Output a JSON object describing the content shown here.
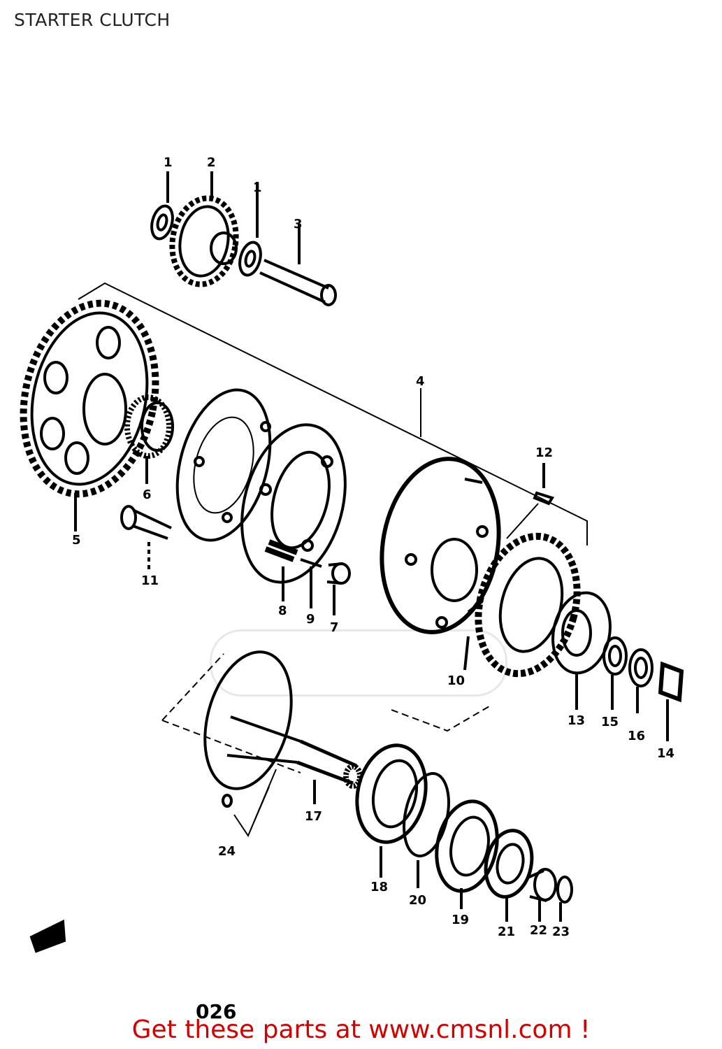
{
  "title": "STARTER CLUTCH",
  "page_code": "026",
  "footer": "Get these parts at www.cmsnl.com !",
  "part_labels": {
    "p1a": "1",
    "p2": "2",
    "p1b": "1",
    "p3": "3",
    "p4": "4",
    "p5": "5",
    "p6": "6",
    "p11": "11",
    "p8": "8",
    "p9": "9",
    "p7": "7",
    "p12": "12",
    "p10": "10",
    "p13": "13",
    "p15": "15",
    "p16": "16",
    "p14": "14",
    "p17": "17",
    "p24": "24",
    "p18": "18",
    "p20": "20",
    "p19": "19",
    "p21": "21",
    "p22": "22",
    "p23": "23"
  }
}
